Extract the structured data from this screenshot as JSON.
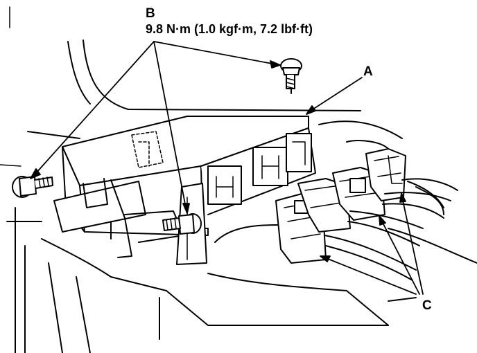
{
  "labels": {
    "b": "B",
    "torque": "9.8 N·m (1.0 kgf·m, 7.2 lbf·ft)",
    "a": "A",
    "c": "C"
  },
  "colors": {
    "ink": "#000000",
    "paper": "#ffffff"
  }
}
